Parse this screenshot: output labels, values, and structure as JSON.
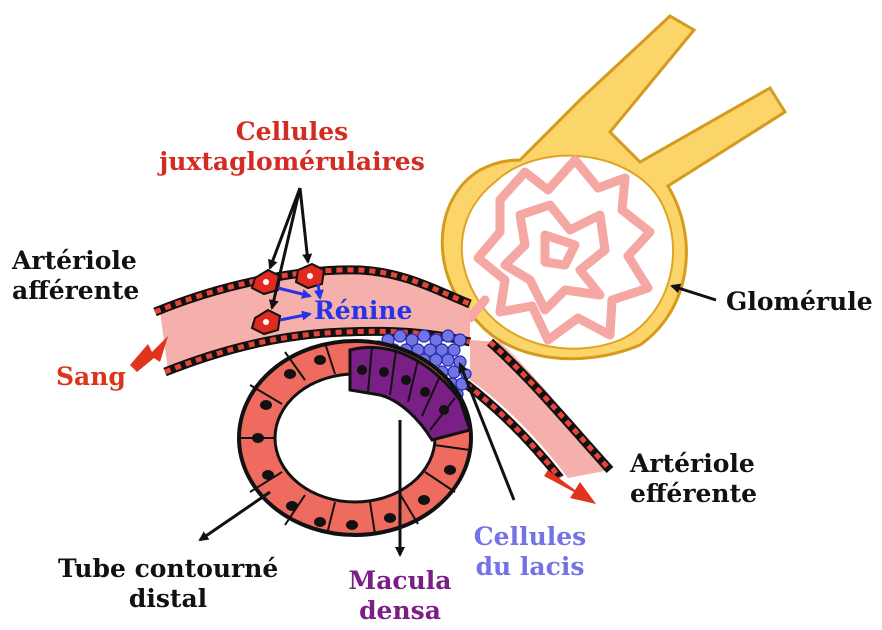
{
  "colors": {
    "juxta": "#d42b22",
    "renine": "#2633e8",
    "lacis": "#7373e6",
    "macula": "#7a1f86",
    "sang": "#d8361e",
    "vessel_fill": "#f6b0ac",
    "capillary": "#f4a7a3",
    "capsule": "#f6c74f",
    "tube_fill": "#ef6b60",
    "black": "#111111"
  },
  "labels": {
    "juxta_1": "Cellules",
    "juxta_2": "juxtaglomérulaires",
    "afferente_1": "Artériole",
    "afferente_2": "afférente",
    "renine": "Rénine",
    "glomerule": "Glomérule",
    "sang": "Sang",
    "efferente_1": "Artériole",
    "efferente_2": "efférente",
    "tube_1": "Tube contourné",
    "tube_2": "distal",
    "lacis_1": "Cellules",
    "lacis_2": "du lacis",
    "macula_1": "Macula",
    "macula_2": "densa"
  }
}
